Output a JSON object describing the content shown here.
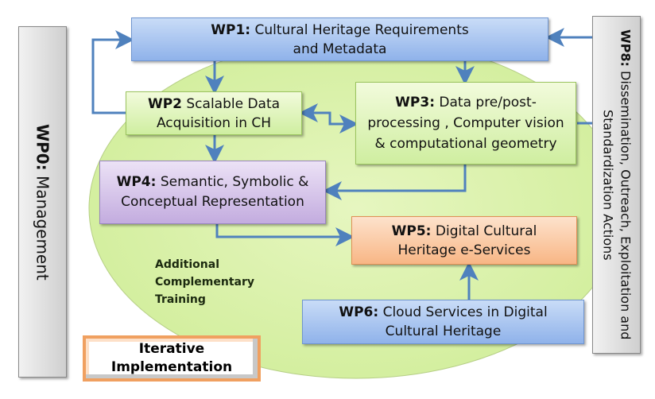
{
  "wp0": {
    "id": "WP0:",
    "title": "Management"
  },
  "wp1": {
    "id": "WP1:",
    "title": "Cultural Heritage Requirements and Metadata"
  },
  "wp2": {
    "id": "WP2",
    "title": "Scalable Data Acquisition in CH"
  },
  "wp3": {
    "id": "WP3:",
    "title": "Data pre/post-processing , Computer vision & computational geometry"
  },
  "wp4": {
    "id": "WP4:",
    "title": "Semantic, Symbolic & Conceptual Representation"
  },
  "wp5": {
    "id": "WP5:",
    "title": "Digital Cultural Heritage e-Services"
  },
  "wp6": {
    "id": "WP6:",
    "title": "Cloud Services in Digital Cultural Heritage"
  },
  "wp8": {
    "id": "WP8:",
    "title": "Dissemination, Outreach, Exploitation and Standardization Actions"
  },
  "training": "Additional Complementary Training",
  "iterative": "Iterative Implementation",
  "colors": {
    "arrow": "#4f81bd",
    "ellipse": "#d8f0a8"
  }
}
